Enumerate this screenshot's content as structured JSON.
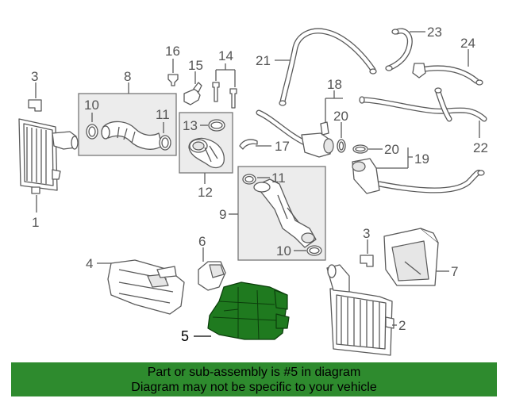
{
  "callouts": {
    "n1": "1",
    "n2": "2",
    "n3a": "3",
    "n3b": "3",
    "n4": "4",
    "n5": "5",
    "n6": "6",
    "n7": "7",
    "n8": "8",
    "n9": "9",
    "n10a": "10",
    "n10b": "10",
    "n11a": "11",
    "n11b": "11",
    "n12": "12",
    "n13": "13",
    "n14": "14",
    "n15": "15",
    "n16": "16",
    "n17": "17",
    "n18": "18",
    "n19": "19",
    "n20a": "20",
    "n20b": "20",
    "n21": "21",
    "n22": "22",
    "n23": "23",
    "n24": "24"
  },
  "highlighted_part": "5",
  "footer": {
    "line1": "Part or sub-assembly is #5 in diagram",
    "line2": "Diagram may not be specific to your vehicle"
  },
  "colors": {
    "highlight": "#1f7a1f",
    "banner": "#2e8b2e"
  }
}
